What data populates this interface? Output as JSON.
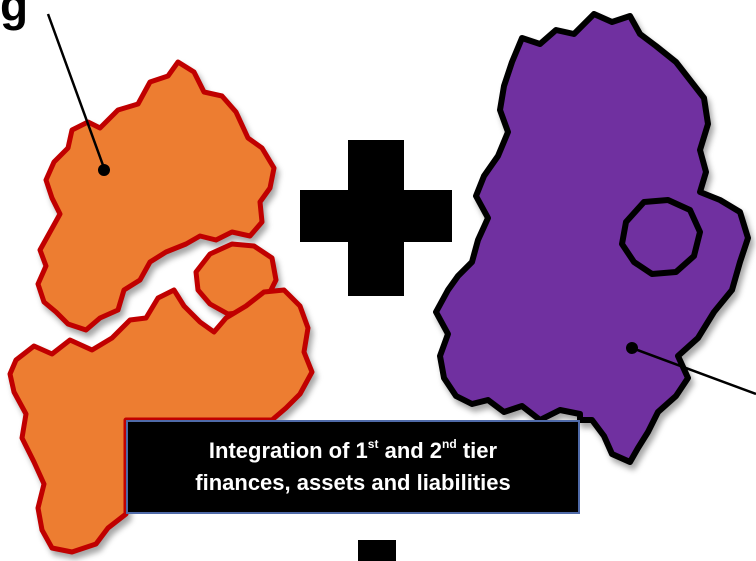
{
  "heading": {
    "fragment": "g"
  },
  "banner": {
    "line1": {
      "a": "Integration of 1",
      "sup1": "st",
      "b": " and 2",
      "sup2": "nd",
      "c": " tier"
    },
    "line2": "finances, assets and liabilities"
  },
  "colors": {
    "orange_fill": "#ed7d31",
    "orange_outline": "#c00000",
    "purple_fill": "#7030a0",
    "purple_outline": "#000000",
    "plus": "#000000",
    "banner_bg": "#000000",
    "banner_border": "#4f6aa8",
    "banner_text": "#ffffff"
  },
  "icons": {
    "plus_sign": "plus-icon",
    "equals_stub": "bar-shape"
  }
}
